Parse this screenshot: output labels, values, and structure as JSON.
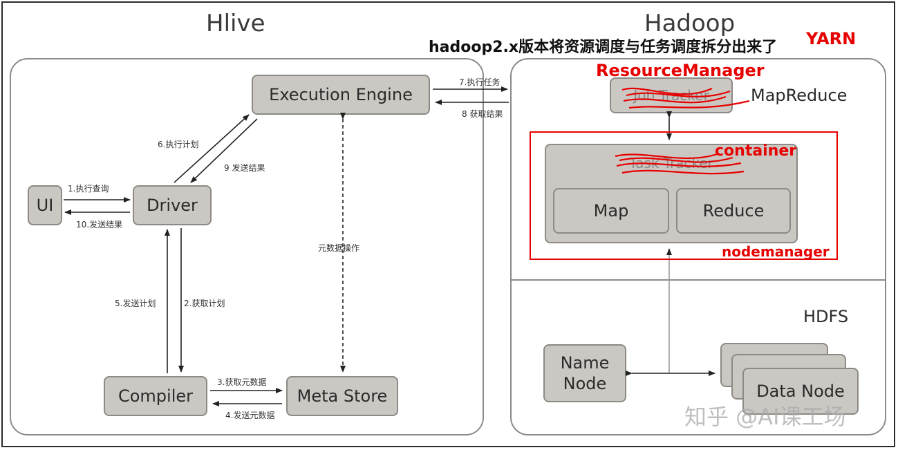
{
  "titles": {
    "hive": "Hlive",
    "hadoop": "Hadoop"
  },
  "note": {
    "text": "hadoop2.x版本将资源调度与任务调度拆分出来了",
    "yarn": "YARN"
  },
  "hive_nodes": {
    "execution_engine": "Execution Engine",
    "ui": "UI",
    "driver": "Driver",
    "compiler": "Compiler",
    "meta_store": "Meta Store"
  },
  "hive_labels": {
    "step1": "1.执行查询",
    "step10": "10.发送结果",
    "step6": "6.执行计划",
    "step9": "9 发送结果",
    "step5": "5.发送计划",
    "step2": "2.获取计划",
    "step3": "3.获取元数据",
    "step4": "4.发送元数据",
    "metadata_ops": "元数据操作"
  },
  "link_labels": {
    "step7": "7.执行任务",
    "step8": "8 获取结果"
  },
  "hadoop_nodes": {
    "job_tracker": "Job Tracker",
    "mapreduce": "MapReduce",
    "task_tracker": "Task Tracker",
    "map": "Map",
    "reduce": "Reduce",
    "hdfs": "HDFS",
    "name_node": "Name Node",
    "data_node": "Data Node"
  },
  "annotations": {
    "resource_manager": "ResourceManager",
    "container": "container",
    "nodemanager": "nodemanager"
  },
  "watermark": "知乎 @AI课工场",
  "colors": {
    "box_fill": "#cbc8c3",
    "box_border": "#8d8a85",
    "annotation_red": "#e60000"
  }
}
